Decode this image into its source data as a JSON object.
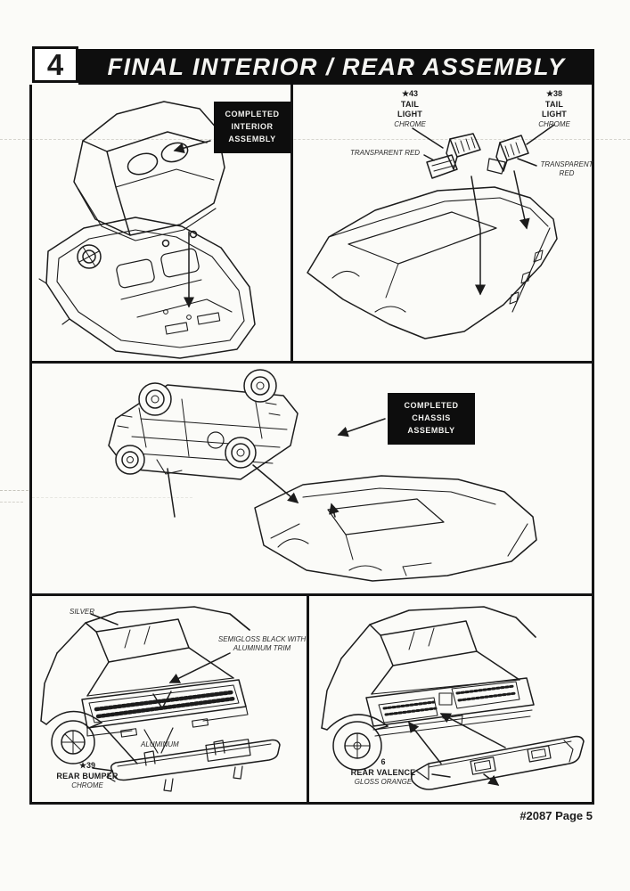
{
  "header": {
    "step_number": "4",
    "title": "FINAL INTERIOR / REAR ASSEMBLY"
  },
  "footer": {
    "page_label": "#2087 Page 5"
  },
  "panels": {
    "interior": {
      "callout": "COMPLETED\nINTERIOR\nASSEMBLY"
    },
    "tail_lights": {
      "part_left": {
        "number": "★43",
        "name": "TAIL\nLIGHT",
        "finish": "CHROME",
        "lens_note": "TRANSPARENT RED"
      },
      "part_right": {
        "number": "★38",
        "name": "TAIL\nLIGHT",
        "finish": "CHROME",
        "lens_note": "TRANSPARENT\nRED"
      }
    },
    "chassis": {
      "callout": "COMPLETED\nCHASSIS\nASSEMBLY"
    },
    "rear_bumper": {
      "paint_rear_window": "SILVER",
      "paint_tail_panel": "SEMIGLOSS BLACK WITH\nALUMINUM TRIM",
      "paint_trim": "ALUMINUM",
      "part": {
        "number": "★39",
        "name": "REAR BUMPER",
        "finish": "CHROME"
      }
    },
    "rear_valence": {
      "part": {
        "number": "6",
        "name": "REAR VALENCE",
        "finish": "GLOSS ORANGE"
      }
    }
  }
}
